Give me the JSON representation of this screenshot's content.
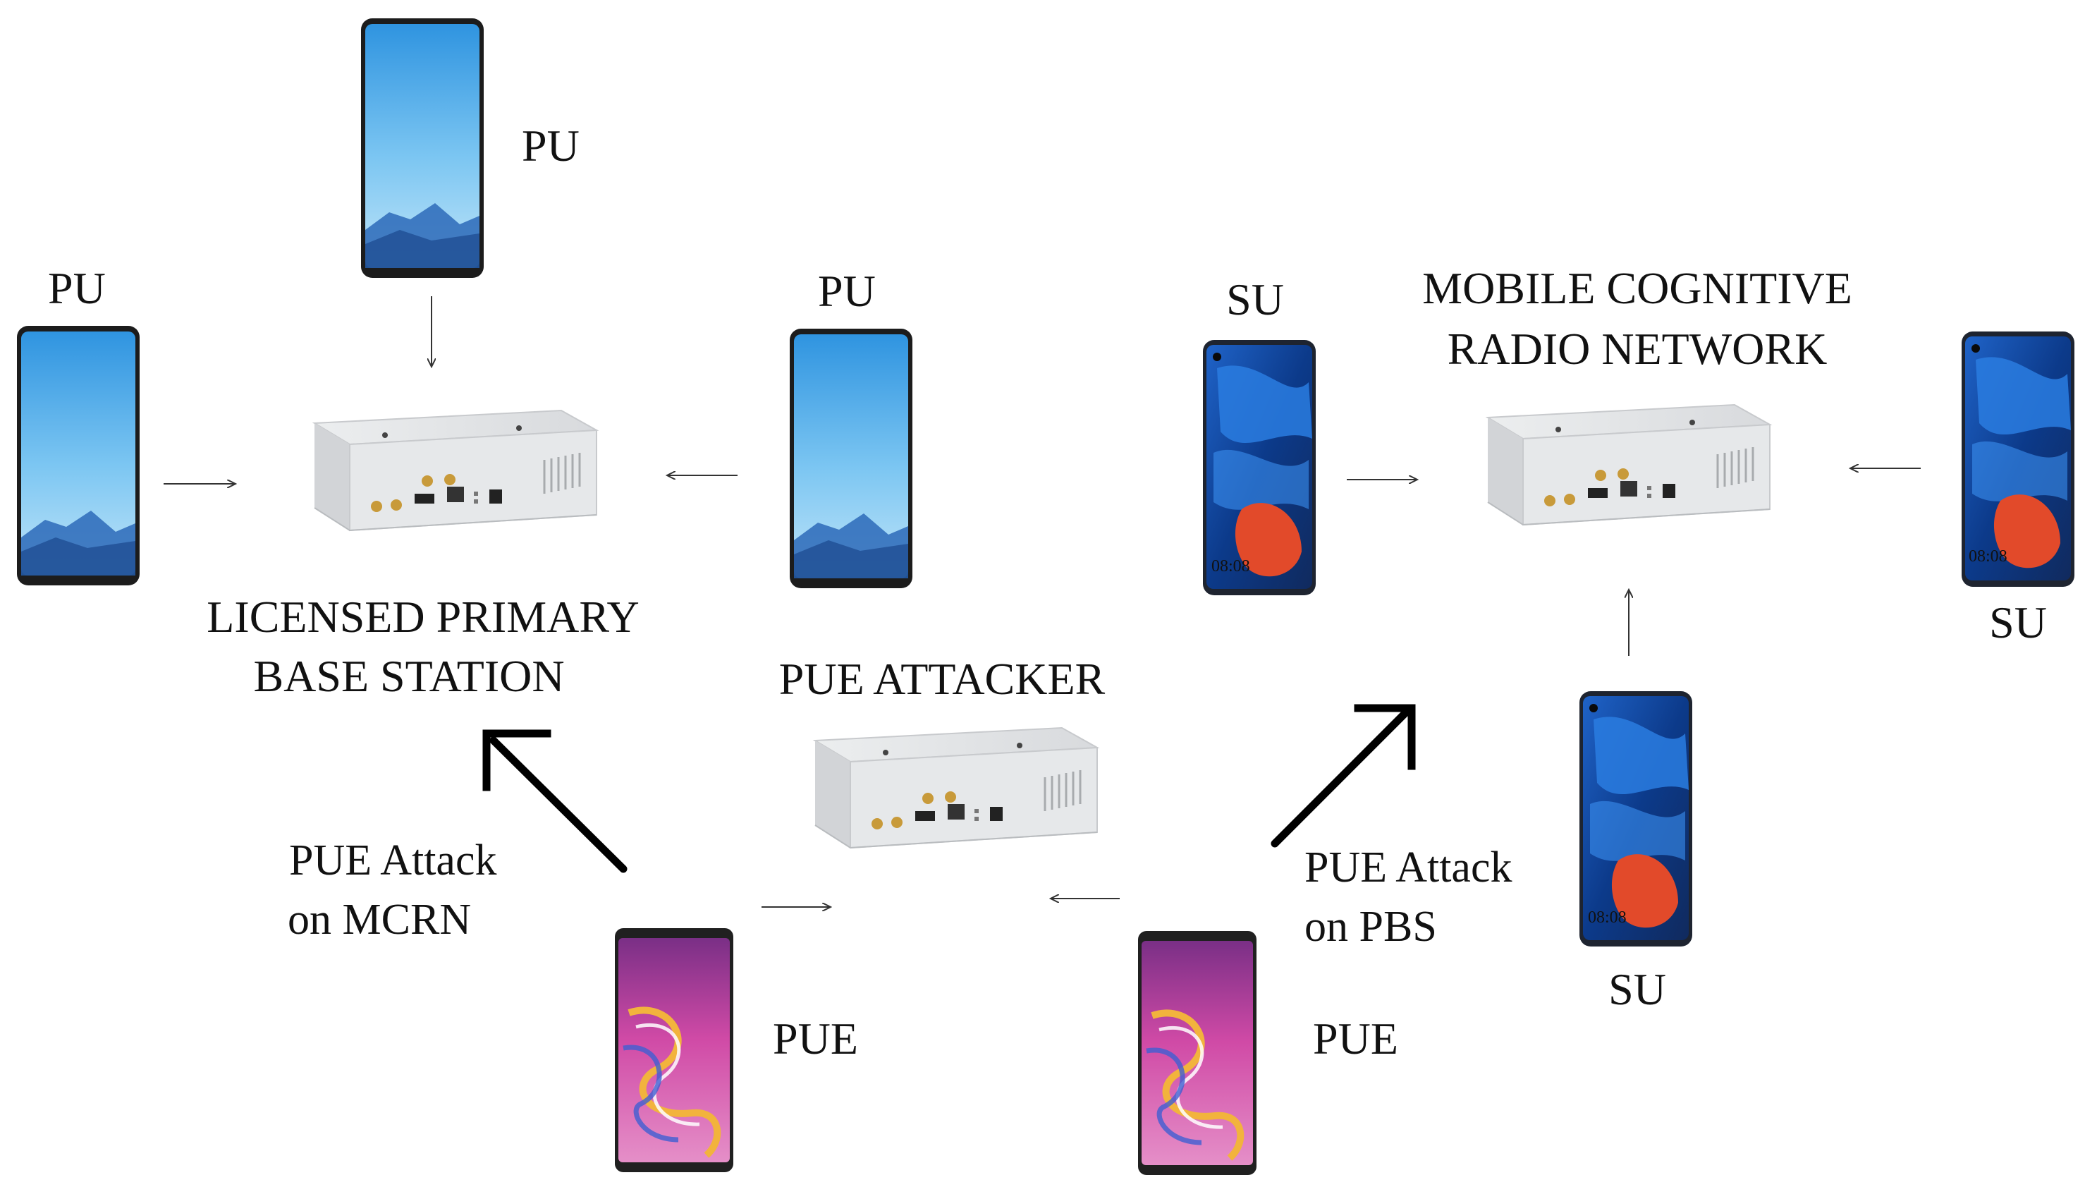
{
  "diagram": {
    "base_station_title": [
      "LICENSED PRIMARY",
      "BASE STATION"
    ],
    "network_title": [
      "MOBILE COGNITIVE",
      "RADIO NETWORK"
    ],
    "attacker_title": "PUE ATTACKER",
    "attack_left": [
      "PUE Attack",
      "on MCRN"
    ],
    "attack_right": [
      "PUE Attack",
      "on PBS"
    ],
    "pu_label": "PU",
    "su_label": "SU",
    "pue_label": "PUE",
    "screen_time": "08:08",
    "colors": {
      "pu_screen": "#4aa6e3",
      "su_screen": "#1a4fb0",
      "pue_screen": "#c8399a",
      "device_body": "#e4e6e8",
      "arrow": "#000000"
    }
  }
}
